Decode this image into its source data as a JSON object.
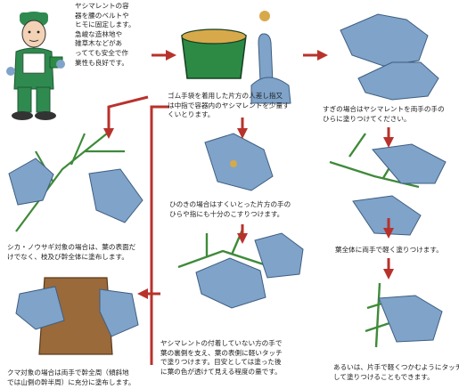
{
  "colors": {
    "arrow": "#b8322c",
    "glove": "#7fa3c9",
    "glove_dark": "#3f5e82",
    "foliage": "#3f8a3a",
    "foliage_dark": "#1f5a22",
    "bark": "#9a6a3a",
    "worker_green": "#2f8a4f",
    "container": "#2c8a45",
    "paste": "#d8a94a"
  },
  "steps": {
    "worker": "ヤシマレントの容\n器を腰のベルトや\nヒモに固定します。\n急峻な造林地や\n雑草木などがあ\nってても安全で作\n業性も良好です。",
    "dip": "ゴム手袋を着用した片方の人差し指又\nは中指で容器内のヤシマレントを少量す\nくいとります。",
    "cedar_both": "すぎの場合はヤシマレントを両手の手の\nひらに塗りつけてください。",
    "deer": "シカ・ノウサギ対象の場合は、葉の表面だ\nけでなく、枝及び幹全体に塗布します。",
    "cypress_grab": "ひのきの場合はすくいとった片方の手の\nひらや指にも十分のこすりつけます。",
    "cedar_whole": "葉全体に両手で軽く塗りつけます。",
    "bear": "クマ対象の場合は両手で幹全周（傾斜地\nでは山側の幹半周）に充分に塗布します。",
    "cypress_spread": "ヤシマレントの付着していない方の手で\n葉の裏側を支え、葉の表側に軽いタッチ\nで塗りつけます。目安としては塗った後\nに葉の色が透けて見える程度の量です。",
    "cedar_alt": "あるいは、片手で軽くつかむようにタッチ\nして塗りつけることもできます。"
  }
}
